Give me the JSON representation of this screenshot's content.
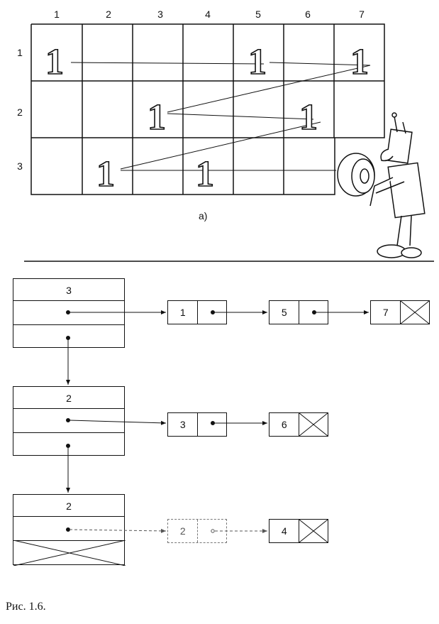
{
  "part_a": {
    "columns": [
      "1",
      "2",
      "3",
      "4",
      "5",
      "6",
      "7"
    ],
    "rows": [
      "1",
      "2",
      "3"
    ],
    "cell_symbol": "1",
    "caption": "а)"
  },
  "lists": [
    {
      "header": "3",
      "values": [
        "1",
        "5",
        "7"
      ]
    },
    {
      "header": "2",
      "values": [
        "3",
        "6"
      ]
    },
    {
      "header": "2",
      "values": [
        "2",
        "4"
      ]
    }
  ],
  "figure_caption": "Рис. 1.6."
}
